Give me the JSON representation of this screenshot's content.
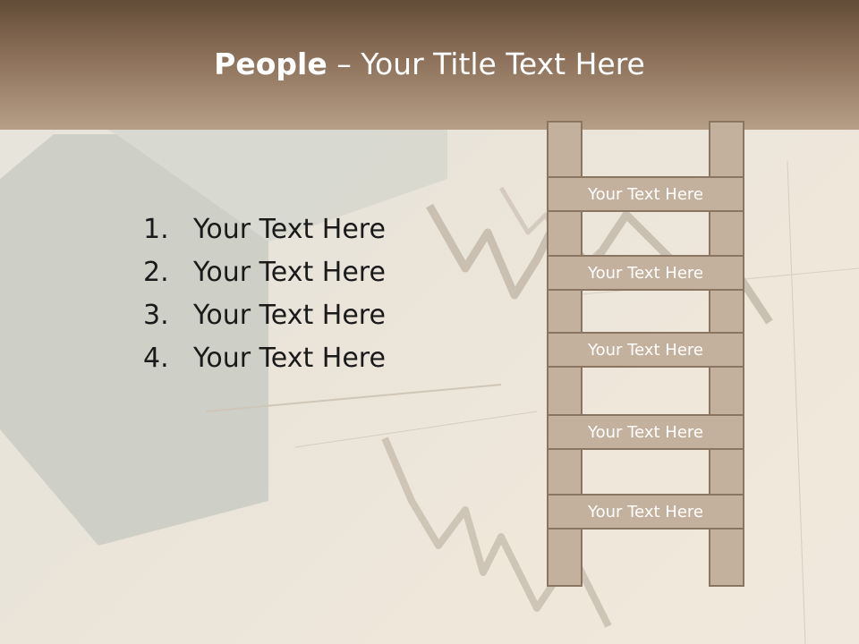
{
  "title": {
    "bold": "People",
    "rest": " – Your Title Text Here"
  },
  "list": [
    {
      "num": "1.",
      "text": "Your Text Here"
    },
    {
      "num": "2.",
      "text": "Your Text Here"
    },
    {
      "num": "3.",
      "text": "Your Text Here"
    },
    {
      "num": "4.",
      "text": "Your Text Here"
    }
  ],
  "ladder": {
    "rungs": [
      "Your Text Here",
      "Your Text Here",
      "Your Text Here",
      "Your Text Here",
      "Your Text Here"
    ]
  },
  "colors": {
    "title_bar_dark": "#624c37",
    "title_bar_light": "#b79f87",
    "ladder_fill": "#c4b19d",
    "ladder_border": "#8a7560"
  }
}
